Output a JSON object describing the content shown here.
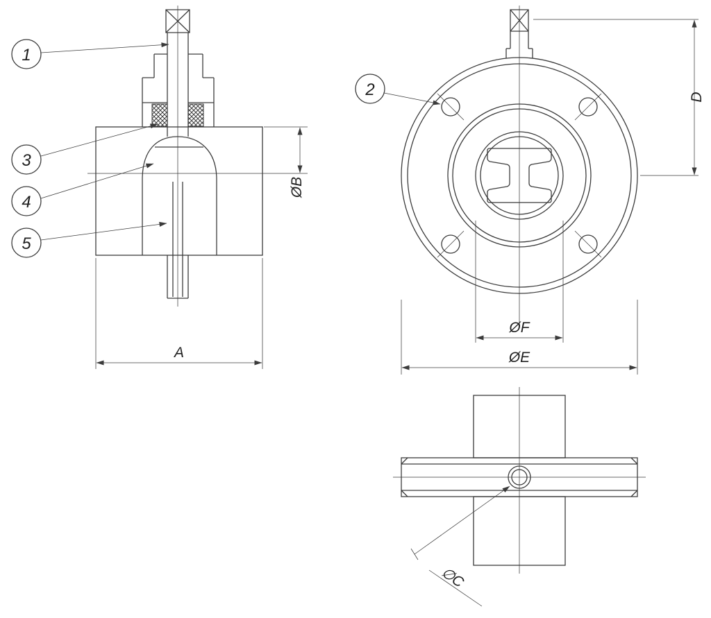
{
  "callouts": [
    "1",
    "2",
    "3",
    "4",
    "5"
  ],
  "dimensions": {
    "a": "A",
    "b": "ØB",
    "c": "∅C",
    "d": "D",
    "e": "ØE",
    "f": "ØF"
  },
  "colors": {
    "line": "#3b3b3b",
    "text": "#1f1f1f",
    "bg": "#ffffff"
  }
}
